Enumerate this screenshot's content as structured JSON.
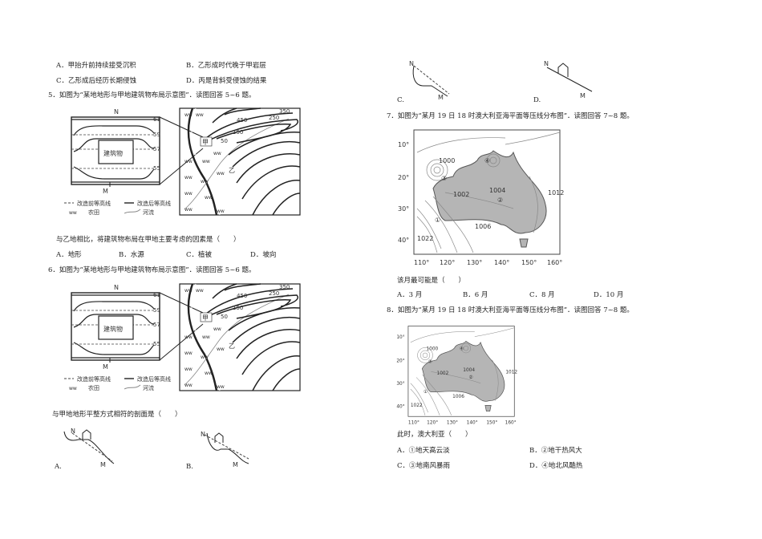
{
  "q4_options": {
    "a": "A．甲抬升前持续接受沉积",
    "b": "B．乙形成时代晚于甲岩层",
    "c": "C．乙形成后经历长期侵蚀",
    "d": "D．丙是背斜受侵蚀的结果"
  },
  "q5": {
    "stem": "5．如图为“某地地形与甲地建筑物布局示意图”．读图回答 5~6 题。",
    "question": "与乙地相比，将建筑物布局在甲地主要考虑的因素是（　　）",
    "options": {
      "a": "A．地形",
      "b": "B．水源",
      "c": "C．植被",
      "d": "D．坡向"
    }
  },
  "q6": {
    "stem": "6．如图为“某地地形与甲地建筑物布局示意图”．读图回答 5~6 题。",
    "question": "与甲地地形平整方式相符的剖面是（　　）",
    "options": {
      "a": "A.",
      "b": "B.",
      "c": "C.",
      "d": "D."
    }
  },
  "terrain_figure": {
    "north": "N",
    "south": "M",
    "building": "建筑物",
    "contours_inset": [
      "61",
      "59",
      "57",
      "55"
    ],
    "contours_map": [
      "350",
      "250",
      "450",
      "150",
      "50"
    ],
    "place_jia": "甲",
    "place_yi": "乙",
    "legend": {
      "before": "改造前等高线",
      "after": "改造后等高线",
      "farmland": "农田",
      "river": "河流"
    }
  },
  "profile_labels": {
    "n": "N",
    "m": "M"
  },
  "q7": {
    "stem": "7．如图为“某月 19 日 18 时澳大利亚海平面等压线分布图”．读图回答 7~8 题。",
    "question": "该月最可能是（　　）",
    "options": {
      "a": "A．3 月",
      "b": "B．6 月",
      "c": "C．8 月",
      "d": "D．10 月"
    }
  },
  "q8": {
    "stem": "8．如图为“某月 19 日 18 时澳大利亚海平面等压线分布图”．读图回答 7~8 题。",
    "question": "此时，澳大利亚（　　）",
    "options": {
      "a": "A．①地天高云淡",
      "b": "B．②地干热风大",
      "c": "C．③地南风暴雨",
      "d": "D．④地北风酷热"
    }
  },
  "isobar_map": {
    "lat_ticks": [
      "10°",
      "20°",
      "30°",
      "40°"
    ],
    "lon_ticks": [
      "110°",
      "120°",
      "130°",
      "140°",
      "150°",
      "160°"
    ],
    "isobars": [
      "1000",
      "1002",
      "1004",
      "1006",
      "1012",
      "1022"
    ],
    "points": [
      "①",
      "②",
      "③",
      "④"
    ],
    "land_color": "#b5b5b5"
  }
}
